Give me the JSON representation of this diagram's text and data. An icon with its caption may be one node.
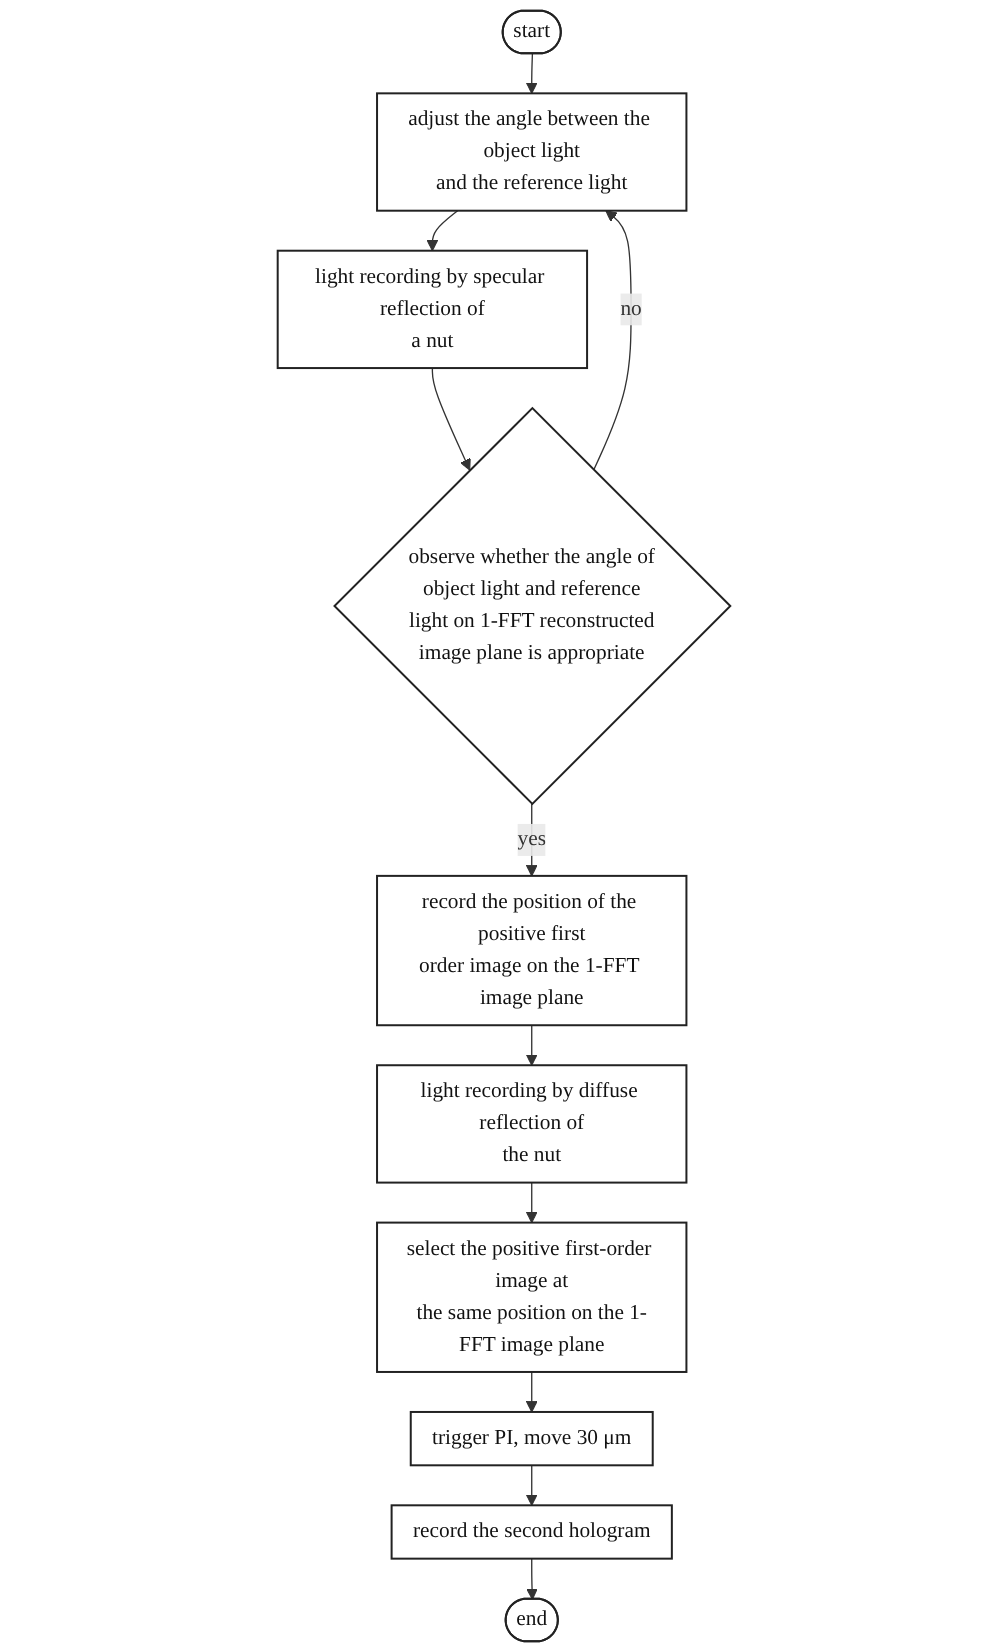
{
  "diagram": {
    "nodes": [
      {
        "text": [
          "start"
        ]
      },
      {
        "text": [
          "adjust the angle between the object light and the reference light"
        ]
      },
      {
        "text": [
          "light recording by specular reflection of a nut"
        ]
      },
      {
        "text": [
          "observe whether the angle of object light and reference light on 1-FFT reconstructed image plane is appropriate"
        ]
      },
      {
        "text": [
          "record the position of the positive first order image on the 1-FFT image plane"
        ]
      },
      {
        "text": [
          "light recording by diffuse reflection of the nut"
        ]
      },
      {
        "text": [
          "select the positive first-order image at the same position on the 1-FFT image plane"
        ]
      },
      {
        "text": [
          "trigger PI, move 30 μm"
        ]
      },
      {
        "text": [
          "record the second hologram"
        ]
      },
      {
        "text": [
          "end"
        ]
      }
    ],
    "edges": [
      {
        "from": 0,
        "to": 1,
        "arrow": "to"
      },
      {
        "from": 1,
        "to": 2,
        "arrow": "to"
      },
      {
        "from": 2,
        "to": 3,
        "arrow": "to"
      },
      {
        "from": 3,
        "to": 1,
        "arrow": "to",
        "label": "no"
      },
      {
        "from": 3,
        "to": 4,
        "arrow": "to",
        "label": "yes"
      },
      {
        "from": 4,
        "to": 5,
        "arrow": "to"
      },
      {
        "from": 5,
        "to": 6,
        "arrow": "to"
      },
      {
        "from": 6,
        "to": 7,
        "arrow": "to"
      },
      {
        "from": 7,
        "to": 8,
        "arrow": "to"
      },
      {
        "from": 8,
        "to": 9,
        "arrow": "to"
      }
    ]
  }
}
